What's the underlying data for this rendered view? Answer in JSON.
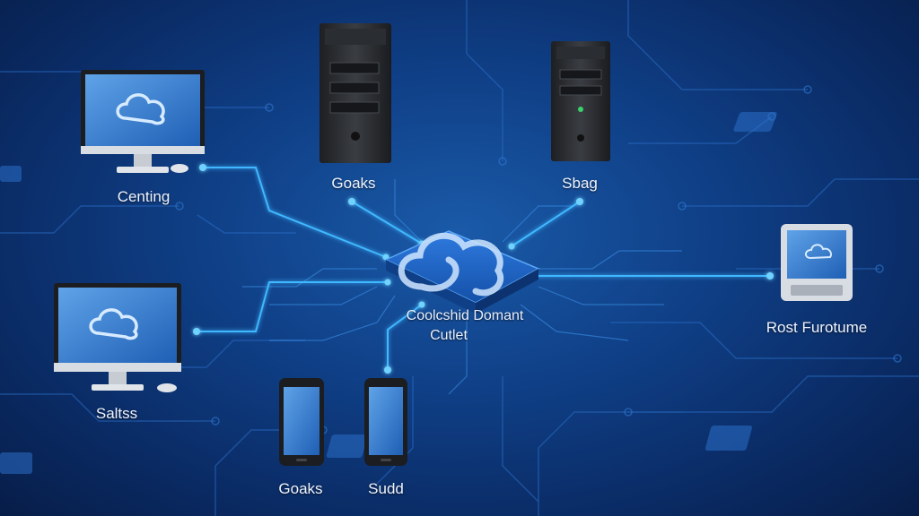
{
  "hub": {
    "line1": "Coolcshid Domant",
    "line2": "Cutlet",
    "icon": "cloud-icon"
  },
  "nodes": {
    "monitor_top_left": {
      "label": "Centing",
      "icon": "desktop-monitor-icon"
    },
    "monitor_mid_left": {
      "label": "Saltss",
      "icon": "desktop-monitor-icon"
    },
    "server_left": {
      "label": "Goaks",
      "icon": "server-tower-icon"
    },
    "server_right": {
      "label": "Sbag",
      "icon": "server-tower-icon"
    },
    "tablet_right": {
      "label": "Rost Furotume",
      "icon": "tablet-icon"
    },
    "phone_left": {
      "label": "Goaks",
      "icon": "smartphone-icon"
    },
    "phone_right": {
      "label": "Sudd",
      "icon": "smartphone-icon"
    }
  },
  "colors": {
    "background": "#0f3f86",
    "connector": "#3fb8ff",
    "circuit": "#2a6cc4",
    "screen": "#3a7fd0",
    "device_body": "#d8dde4",
    "server_body": "#2c2f33"
  }
}
